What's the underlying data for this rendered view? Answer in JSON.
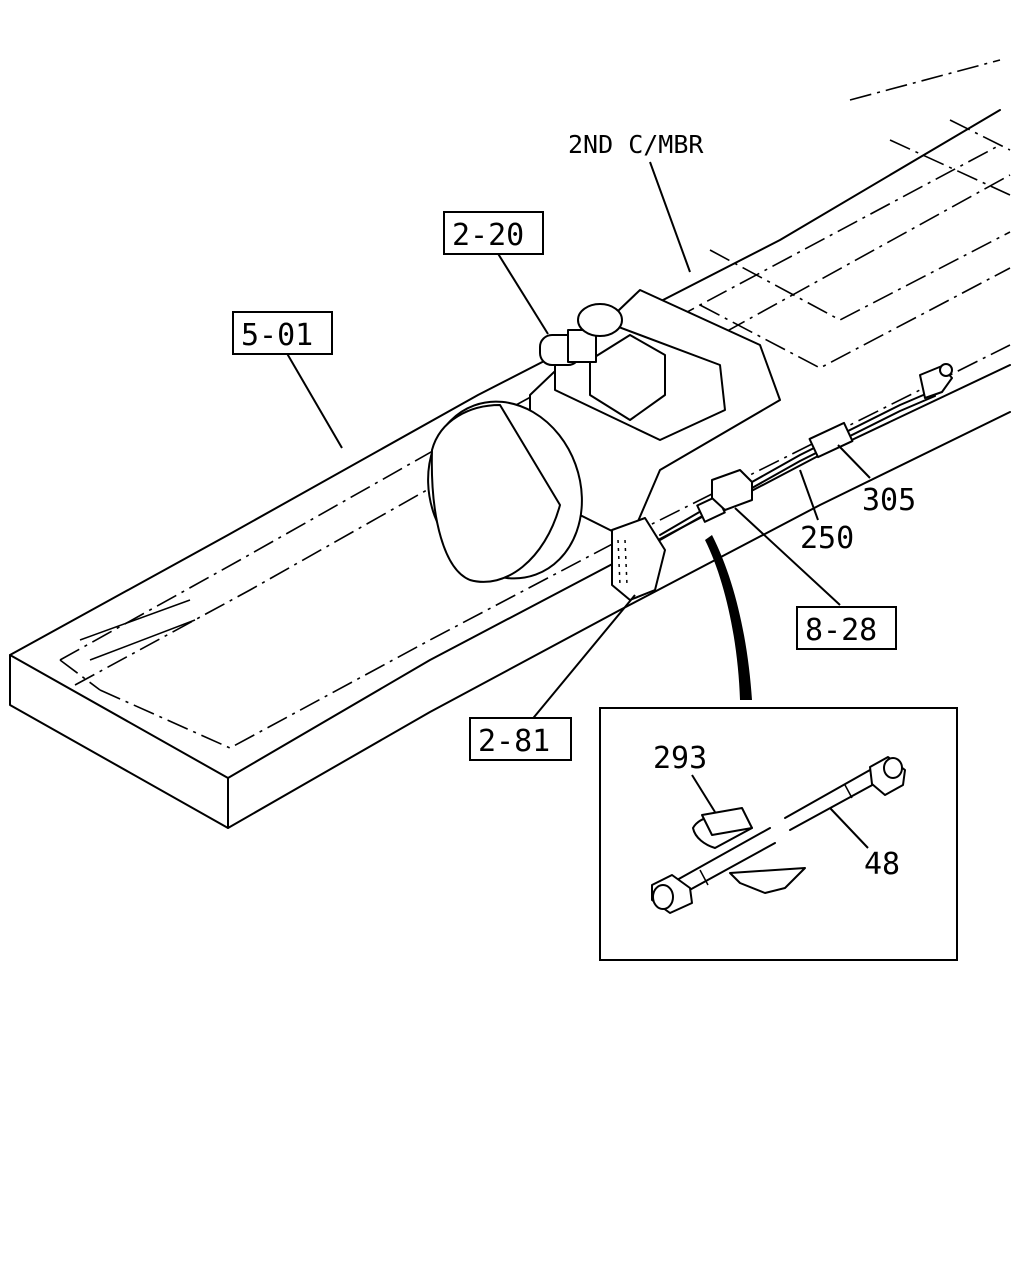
{
  "callouts": {
    "c_2nd_cmbr": "2ND C/MBR",
    "c_2_20": "2-20",
    "c_5_01": "5-01",
    "c_305": "305",
    "c_250": "250",
    "c_8_28": "8-28",
    "c_2_81": "2-81",
    "c_293": "293",
    "c_48": "48"
  }
}
